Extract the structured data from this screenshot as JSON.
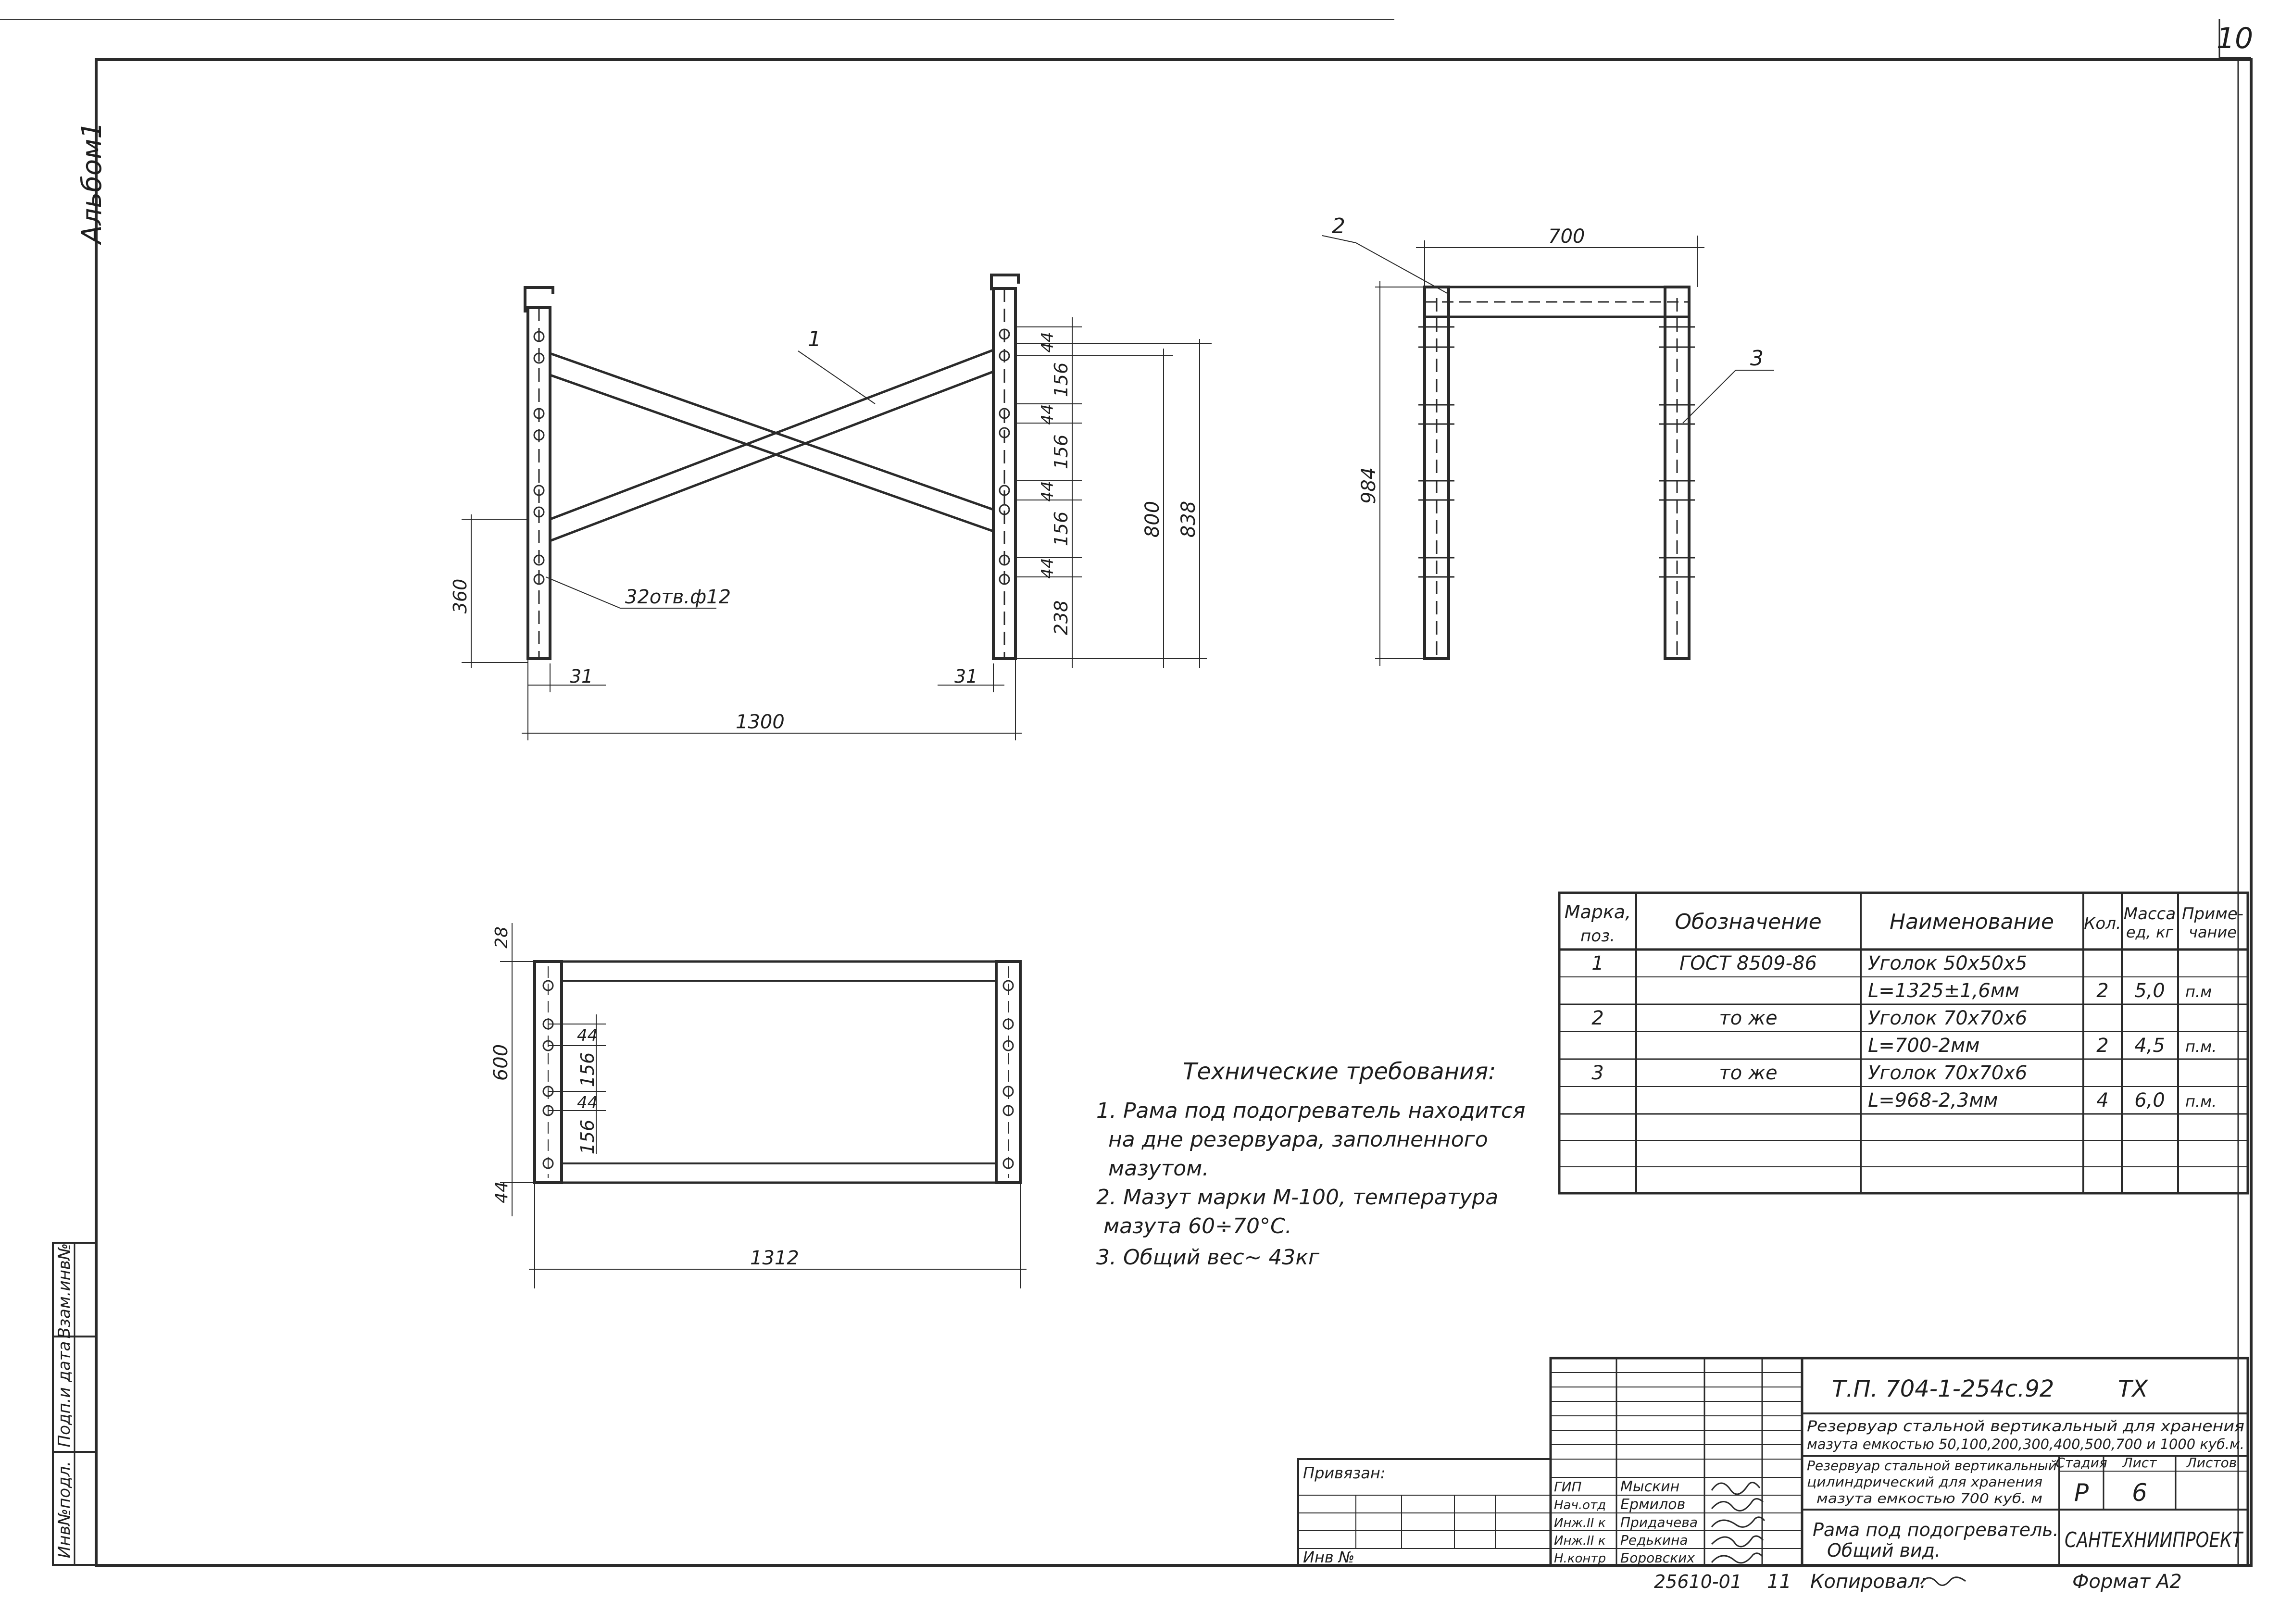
{
  "sheet_number": "10",
  "album_label": "Альбом1",
  "side_stamps": {
    "inv_podl": "Инв№подл.",
    "podp_data": "Подп.и дата",
    "vzam_inv": "Взам.инв№"
  },
  "front_view": {
    "leader_1": "1",
    "holes_note": "32отв.ф12",
    "dims": {
      "d44_top": "44",
      "d156_a": "156",
      "d44_b": "44",
      "d156_b": "156",
      "d44_c": "44",
      "d156_c": "156",
      "d44_d": "44",
      "d238": "238",
      "d800": "800",
      "d838": "838",
      "d360": "360",
      "d31_left": "31",
      "d31_right": "31",
      "d1300": "1300"
    }
  },
  "side_view": {
    "leader_2": "2",
    "leader_3": "3",
    "d700": "700",
    "d984": "984"
  },
  "plan_view": {
    "d28": "28",
    "d600": "600",
    "d44_a": "44",
    "d156_a": "156",
    "d44_b": "44",
    "d156_b": "156",
    "d44_bottom": "44",
    "d1312": "1312"
  },
  "tech_requirements": {
    "title": "Технические требования:",
    "lines": [
      "1. Рама под подогреватель находится",
      "на дне резервуара, заполненного",
      "мазутом.",
      "2. Мазут марки М-100, температура",
      "мазута 60÷70°С.",
      "3. Общий вес~ 43кг"
    ]
  },
  "spec_table": {
    "headers": {
      "mark": [
        "Марка,",
        "поз."
      ],
      "designation": "Обозначение",
      "name": "Наименование",
      "qty": "Кол.",
      "mass": [
        "Масса",
        "ед, кг"
      ],
      "note": [
        "Приме-",
        "чание"
      ]
    },
    "rows": [
      {
        "mark": "1",
        "designation": "ГОСТ 8509-86",
        "name": "Уголок 50х50х5",
        "qty": "",
        "mass": "",
        "note": ""
      },
      {
        "mark": "",
        "designation": "",
        "name": "L=1325±1,6мм",
        "qty": "2",
        "mass": "5,0",
        "note": "п.м"
      },
      {
        "mark": "2",
        "designation": "то же",
        "name": "Уголок 70х70х6",
        "qty": "",
        "mass": "",
        "note": ""
      },
      {
        "mark": "",
        "designation": "",
        "name": "L=700-2мм",
        "qty": "2",
        "mass": "4,5",
        "note": "п.м."
      },
      {
        "mark": "3",
        "designation": "то же",
        "name": "Уголок 70х70х6",
        "qty": "",
        "mass": "",
        "note": ""
      },
      {
        "mark": "",
        "designation": "",
        "name": "L=968-2,3мм",
        "qty": "4",
        "mass": "6,0",
        "note": "п.м."
      }
    ]
  },
  "title_block": {
    "doc_code": "Т.П. 704-1-254с.92",
    "doc_type": "ТХ",
    "project_title_1": "Резервуар стальной вертикальный для хранения",
    "project_title_2": "мазута емкостью 50,100,200,300,400,500,700 и 1000 куб.м.",
    "object_title_1": "Резервуар стальной вертикальный",
    "object_title_2": "цилиндрический для хранения",
    "object_title_3": "мазута емкостью 700 куб. м",
    "stage_header": "Стадия",
    "sheet_header": "Лист",
    "sheets_header": "Листов",
    "stage": "Р",
    "sheet": "6",
    "sheets": "",
    "drawing_title_1": "Рама под подогреватель.",
    "drawing_title_2": "Общий вид.",
    "organization": "САНТЕХНИИПРОЕКТ",
    "privyazan": "Привязан:",
    "inv_no": "Инв №",
    "signers": [
      {
        "role": "ГИП",
        "name": "Мыскин"
      },
      {
        "role": "Нач.отд",
        "name": "Ермилов"
      },
      {
        "role": "Инж.II к",
        "name": "Придачева"
      },
      {
        "role": "Инж.II к",
        "name": "Редькина"
      },
      {
        "role": "Н.контр",
        "name": "Боровских"
      }
    ],
    "bottom_number": "25610-01",
    "bottom_sheet": "11",
    "copied": "Копировал:",
    "format": "Формат А2"
  }
}
